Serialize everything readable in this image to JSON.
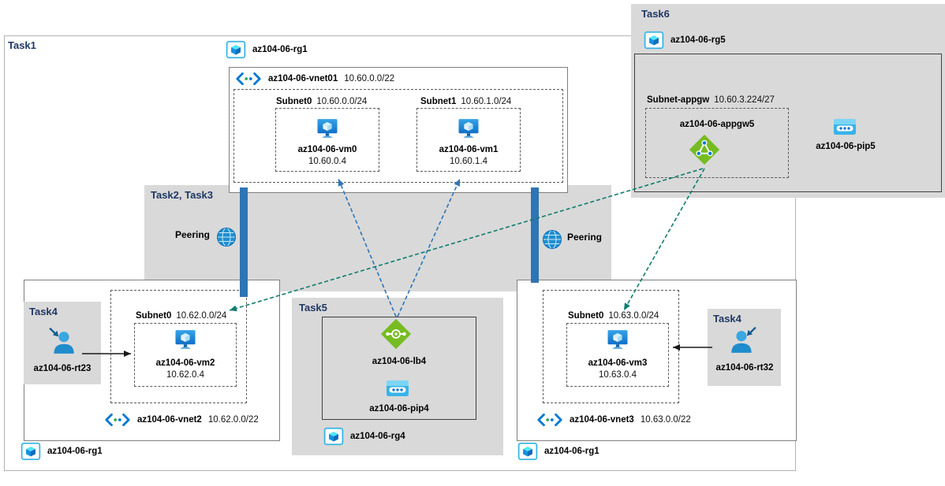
{
  "colors": {
    "task_label": "#1f3864",
    "panel_gray": "#d9d9d9",
    "peering_bar": "#2e75b6",
    "lb_line_blue": "#2e75b6",
    "appgw_line_teal": "#0e7c6e",
    "azure_green": "#76bc21",
    "azure_blue": "#0078d4",
    "icon_light_blue": "#37b3e6"
  },
  "tasks": {
    "t1": "Task1",
    "t23": "Task2, Task3",
    "t4_left": "Task4",
    "t4_right": "Task4",
    "t5": "Task5",
    "t6": "Task6"
  },
  "resource_groups": {
    "rg1_top": "az104-06-rg1",
    "rg1_left": "az104-06-rg1",
    "rg1_right": "az104-06-rg1",
    "rg4": "az104-06-rg4",
    "rg5": "az104-06-rg5"
  },
  "peering": {
    "left": "Peering",
    "right": "Peering"
  },
  "vnet01": {
    "name": "az104-06-vnet01",
    "cidr": "10.60.0.0/22",
    "subnet0": {
      "name": "Subnet0",
      "cidr": "10.60.0.0/24",
      "vm": {
        "name": "az104-06-vm0",
        "ip": "10.60.0.4"
      }
    },
    "subnet1": {
      "name": "Subnet1",
      "cidr": "10.60.1.0/24",
      "vm": {
        "name": "az104-06-vm1",
        "ip": "10.60.1.4"
      }
    }
  },
  "vnet2": {
    "name": "az104-06-vnet2",
    "cidr": "10.62.0.0/22",
    "subnet0": {
      "name": "Subnet0",
      "cidr": "10.62.0.0/24",
      "vm": {
        "name": "az104-06-vm2",
        "ip": "10.62.0.4"
      }
    },
    "route_table": "az104-06-rt23"
  },
  "vnet3": {
    "name": "az104-06-vnet3",
    "cidr": "10.63.0.0/22",
    "subnet0": {
      "name": "Subnet0",
      "cidr": "10.63.0.0/24",
      "vm": {
        "name": "az104-06-vm3",
        "ip": "10.63.0.4"
      }
    },
    "route_table": "az104-06-rt32"
  },
  "load_balancer": {
    "name": "az104-06-lb4",
    "public_ip": "az104-06-pip4"
  },
  "app_gateway": {
    "name": "az104-06-appgw5",
    "subnet": {
      "name": "Subnet-appgw",
      "cidr": "10.60.3.224/27"
    },
    "public_ip": "az104-06-pip5"
  }
}
